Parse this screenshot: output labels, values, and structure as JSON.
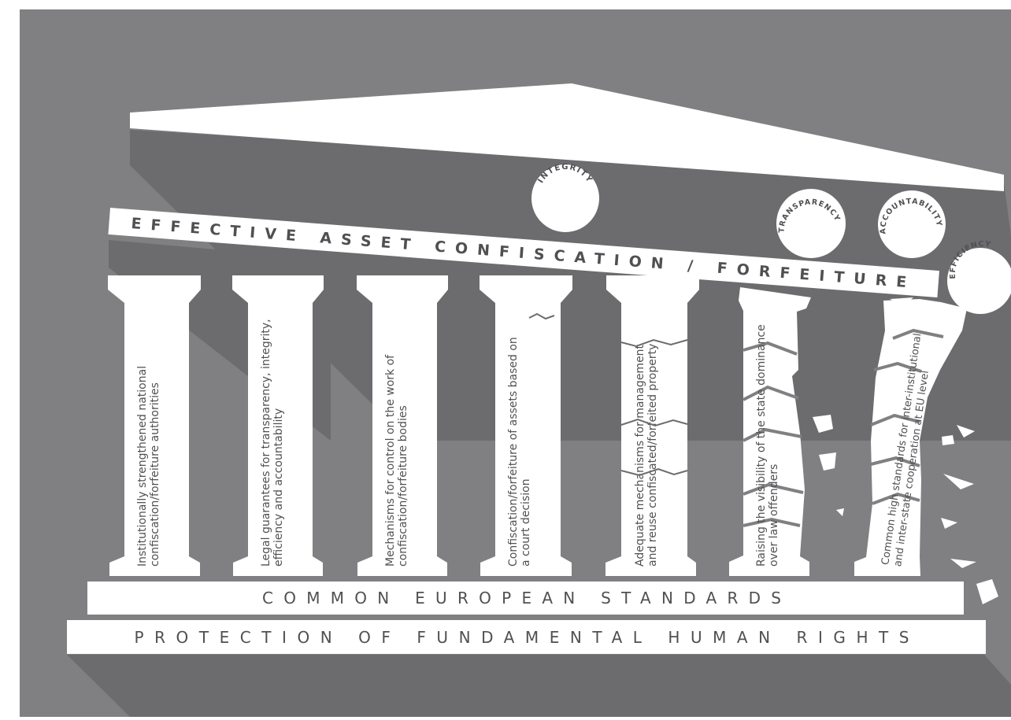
{
  "colors": {
    "background": "#808083",
    "shadow": "#6c6c6f",
    "marble": "#ffffff",
    "text": "#505053"
  },
  "roof_label": "EFFECTIVE ASSET CONFISCATION / FORFEITURE",
  "values": [
    {
      "name": "INTEGRITY",
      "icon": "circle-medallion"
    },
    {
      "name": "TRANSPARENCY",
      "icon": "circle-medallion"
    },
    {
      "name": "ACCOUNTABILITY",
      "icon": "circle-medallion"
    },
    {
      "name": "EFFICIENCY",
      "icon": "circle-medallion"
    }
  ],
  "pillars": [
    {
      "line1": "Institutionally strengthened national",
      "line2": "confiscation/forfeiture authorities",
      "condition": "intact"
    },
    {
      "line1": "Legal guarantees for transparency, integrity,",
      "line2": "efficiency and accountability",
      "condition": "intact"
    },
    {
      "line1": "Mechanisms for control on the work of",
      "line2": "confiscation/forfeiture bodies",
      "condition": "intact"
    },
    {
      "line1": "Confiscation/forfeiture of assets based on",
      "line2": "a court decision",
      "condition": "cracked"
    },
    {
      "line1": "Adequate mechanisms for management",
      "line2": "and reuse confiscated/forfeited property",
      "condition": "cracked"
    },
    {
      "line1": "Raising the visibility of the state dominance",
      "line2": "over law offenders",
      "condition": "broken"
    },
    {
      "line1": "Common high standards for inter-institutional",
      "line2": "and inter-state cooperation at EU level",
      "condition": "crumbling"
    }
  ],
  "base_upper": "COMMON EUROPEAN STANDARDS",
  "base_lower": "PROTECTION OF FUNDAMENTAL HUMAN RIGHTS"
}
